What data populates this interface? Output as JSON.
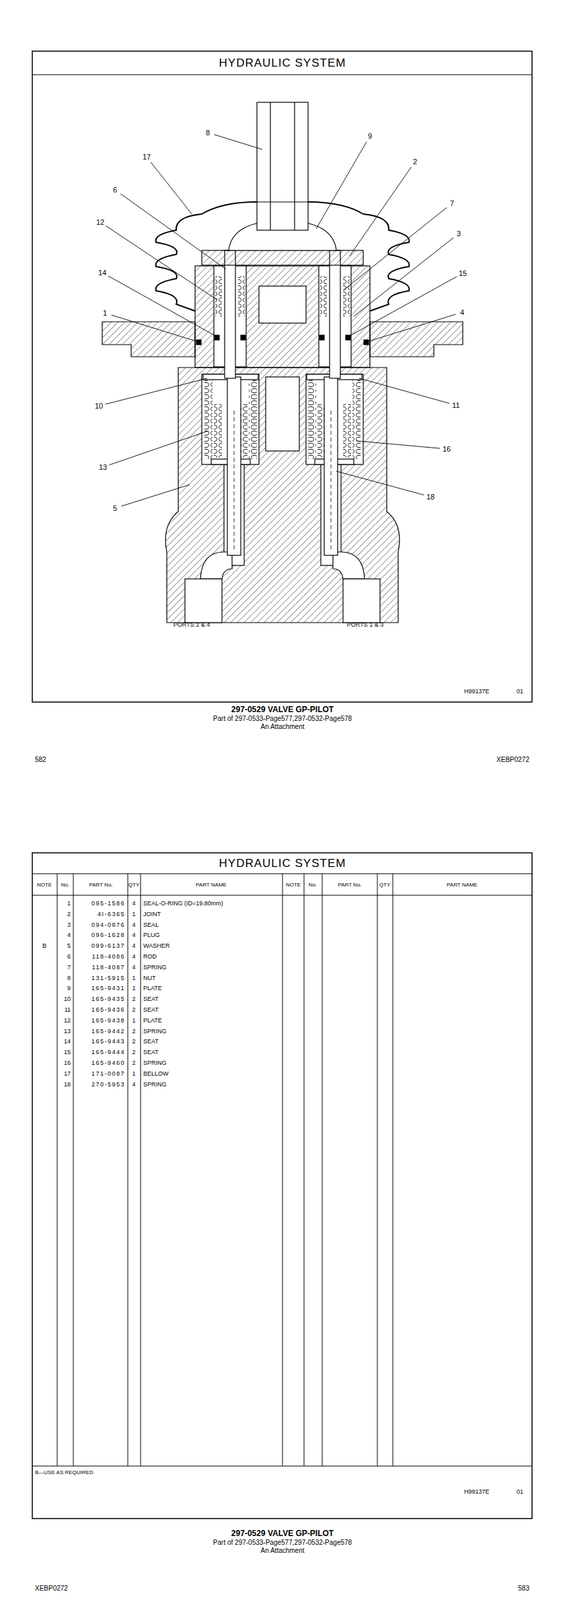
{
  "diagram": {
    "title": "HYDRAULIC SYSTEM",
    "labels": [
      "8",
      "9",
      "17",
      "2",
      "6",
      "7",
      "12",
      "3",
      "14",
      "15",
      "1",
      "4",
      "10",
      "11",
      "13",
      "16",
      "5",
      "18",
      "PORTS 2 & 4",
      "PORTS 1 & 3",
      "H99137E",
      "01",
      "297-0529 VALVE GP-PILOT",
      "Part of 297-0533-Page577,297-0532-Page578",
      "An Attachment",
      "582",
      "XEBP0272",
      "HYDRAULIC SYSTEM",
      "NOTE",
      "No.",
      "PART No.",
      "QTY",
      "PART NAME",
      "NOTE",
      "No.",
      "PART No.",
      "QTY",
      "PART NAME",
      "1",
      "095-1586",
      "4",
      "SEAL-O-RING (ID=19.80mm)",
      "2",
      "4I-6365",
      "1",
      "JOINT",
      "3",
      "094-0876",
      "4",
      "SEAL",
      "4",
      "096-1628",
      "4",
      "PLUG",
      "B",
      "5",
      "099-6137",
      "4",
      "WASHER",
      "6",
      "118-4086",
      "4",
      "ROD",
      "7",
      "118-4087",
      "4",
      "SPRING",
      "8",
      "131-5915",
      "1",
      "NUT",
      "9",
      "165-9431",
      "1",
      "PLATE",
      "10",
      "165-9435",
      "2",
      "SEAT",
      "11",
      "165-9436",
      "2",
      "SEAT",
      "12",
      "165-9438",
      "1",
      "PLATE",
      "13",
      "165-9442",
      "2",
      "SPRING",
      "14",
      "165-9443",
      "2",
      "SEAT",
      "15",
      "165-9444",
      "2",
      "SEAT",
      "16",
      "165-9460",
      "2",
      "SPRING",
      "17",
      "171-0087",
      "1",
      "BELLOW",
      "18",
      "270-5953",
      "4",
      "SPRING",
      "B—USE AS REQUIRED",
      "H99137E",
      "01",
      "297-0529 VALVE GP-PILOT",
      "Part of 297-0533-Page577,297-0532-Page578",
      "An Attachment",
      "XEBP0272",
      "583"
    ]
  }
}
